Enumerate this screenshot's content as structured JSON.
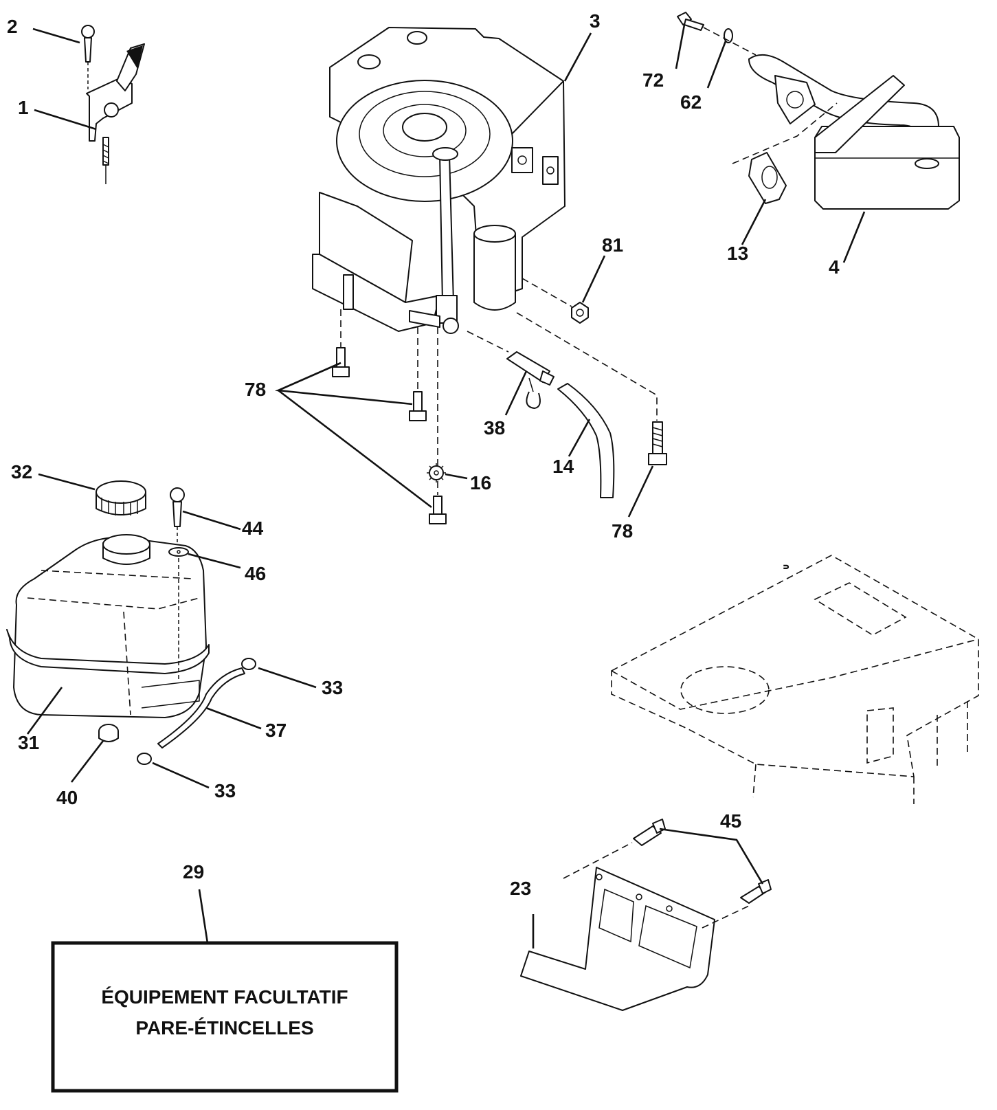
{
  "callouts": [
    {
      "id": "c1",
      "text": "1"
    },
    {
      "id": "c2",
      "text": "2"
    },
    {
      "id": "c3",
      "text": "3"
    },
    {
      "id": "c4",
      "text": "4"
    },
    {
      "id": "c13",
      "text": "13"
    },
    {
      "id": "c14",
      "text": "14"
    },
    {
      "id": "c16",
      "text": "16"
    },
    {
      "id": "c23",
      "text": "23"
    },
    {
      "id": "c29",
      "text": "29"
    },
    {
      "id": "c31",
      "text": "31"
    },
    {
      "id": "c32",
      "text": "32"
    },
    {
      "id": "c33a",
      "text": "33"
    },
    {
      "id": "c33b",
      "text": "33"
    },
    {
      "id": "c37",
      "text": "37"
    },
    {
      "id": "c38",
      "text": "38"
    },
    {
      "id": "c40",
      "text": "40"
    },
    {
      "id": "c44",
      "text": "44"
    },
    {
      "id": "c45",
      "text": "45"
    },
    {
      "id": "c46",
      "text": "46"
    },
    {
      "id": "c62",
      "text": "62"
    },
    {
      "id": "c72",
      "text": "72"
    },
    {
      "id": "c78a",
      "text": "78"
    },
    {
      "id": "c78b",
      "text": "78"
    },
    {
      "id": "c81",
      "text": "81"
    }
  ],
  "optional_box": {
    "line1": "ÉQUIPEMENT FACULTATIF",
    "line2": "PARE-ÉTINCELLES"
  }
}
